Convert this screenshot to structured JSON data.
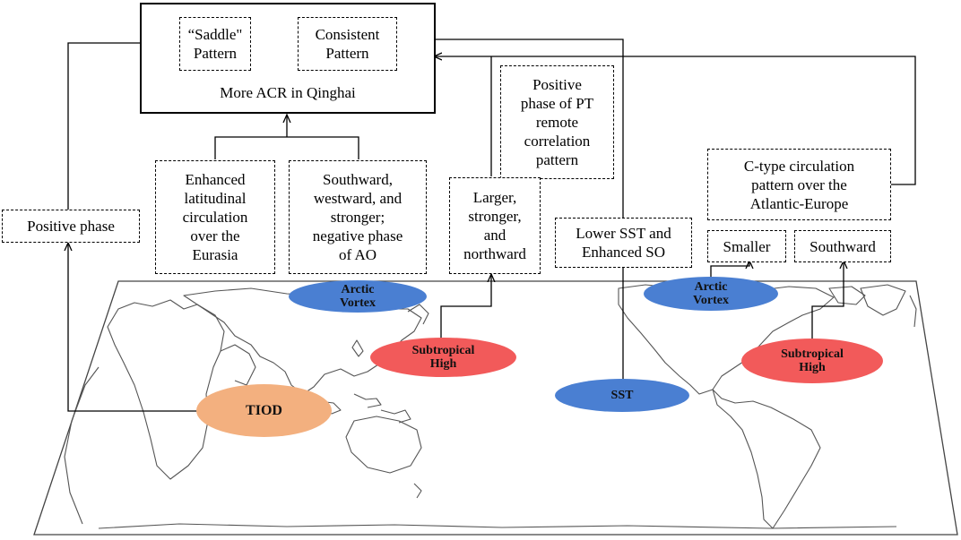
{
  "main": {
    "title": "More ACR in Qinghai",
    "saddle_pattern": "“Saddle\"\nPattern",
    "consistent_pattern": "Consistent\nPattern"
  },
  "boxes": {
    "positive_phase": "Positive phase",
    "enhanced_latitudinal": "Enhanced\nlatitudinal\ncirculation\nover the\nEurasia",
    "southward_westward": "Southward,\nwestward, and\nstronger;\nnegative phase\nof AO",
    "pt_pattern": "Positive\nphase of PT\nremote\ncorrelation\npattern",
    "larger_stronger": "Larger,\nstronger,\nand\nnorthward",
    "lower_sst": "Lower SST and\nEnhanced SO",
    "c_type": "C-type circulation\npattern over the\nAtlantic-Europe",
    "smaller": "Smaller",
    "southward": "Southward"
  },
  "ellipses": {
    "arctic_vortex_left": "Arctic\nVortex",
    "subtropical_high_left": "Subtropical\nHigh",
    "tiod": "TIOD",
    "sst": "SST",
    "arctic_vortex_right": "Arctic\nVortex",
    "subtropical_high_right": "Subtropical\nHigh"
  },
  "colors": {
    "blue_ellipse": "#4a7fd2",
    "red_ellipse": "#f25a5a",
    "orange_ellipse": "#f3b07f",
    "map_outline": "#555555"
  }
}
